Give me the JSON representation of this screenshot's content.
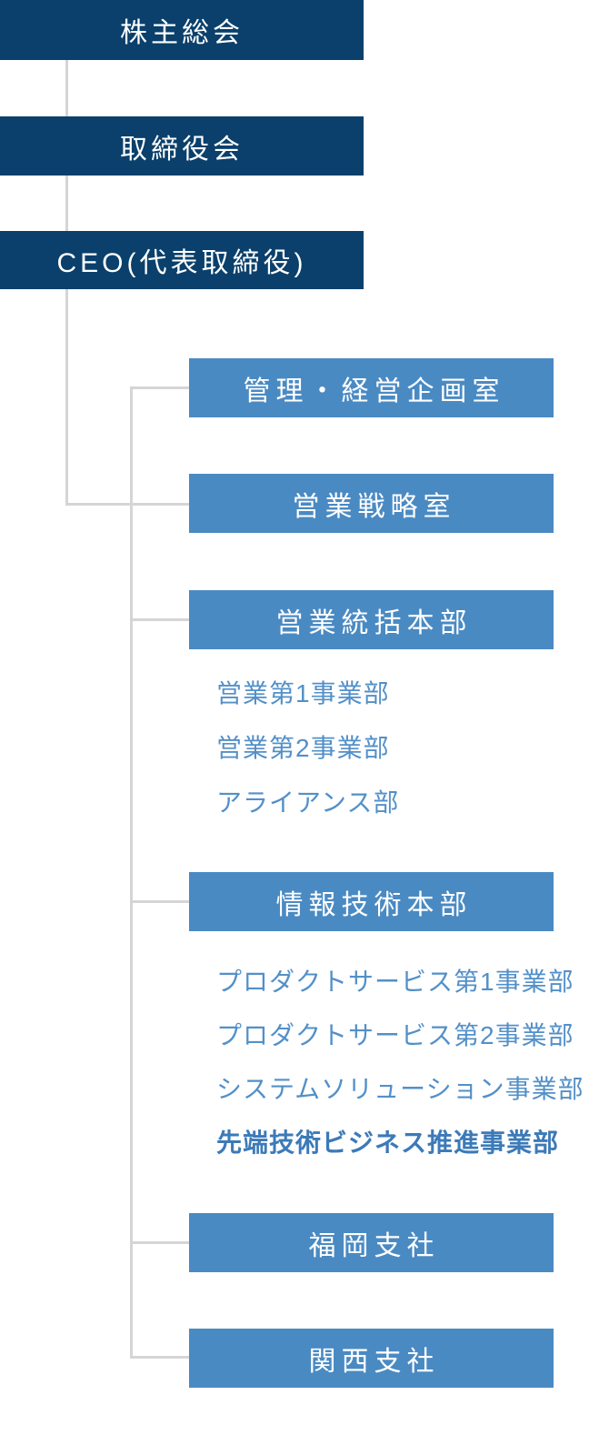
{
  "colors": {
    "governance_box_navy": "#0a406b",
    "department_box_blue": "#4a8ac3",
    "connector_gray": "#d5d5d5",
    "sub_item_text_blue": "#5390c8",
    "sub_item_text_blue_bold": "#3c7ab8",
    "box_label_white": "#ffffff",
    "background": "#ffffff"
  },
  "org": {
    "governance": [
      {
        "label": "株主総会"
      },
      {
        "label": "取締役会"
      },
      {
        "label": "CEO(代表取締役)"
      }
    ],
    "offices": [
      {
        "label": "管理・経営企画室"
      },
      {
        "label": "営業戦略室"
      }
    ],
    "sales_hq": {
      "label": "営業統括本部",
      "children": [
        {
          "label": "営業第1事業部"
        },
        {
          "label": "営業第2事業部"
        },
        {
          "label": "アライアンス部"
        }
      ]
    },
    "it_hq": {
      "label": "情報技術本部",
      "children": [
        {
          "label": "プロダクトサービス第1事業部"
        },
        {
          "label": "プロダクトサービス第2事業部"
        },
        {
          "label": "システムソリューション事業部"
        },
        {
          "label": "先端技術ビジネス推進事業部",
          "emphasis": "bold"
        }
      ]
    },
    "branches": [
      {
        "label": "福岡支社"
      },
      {
        "label": "関西支社"
      }
    ]
  }
}
